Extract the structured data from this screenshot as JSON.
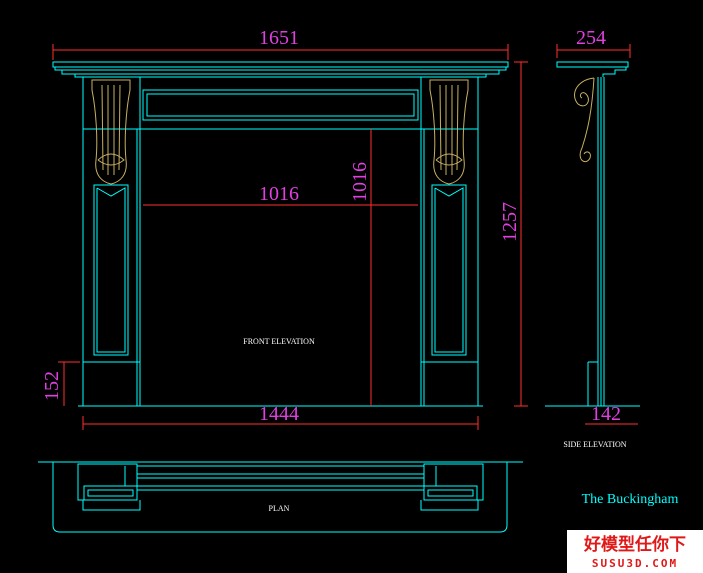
{
  "dimensions": {
    "overall_width": "1651",
    "side_depth": "254",
    "opening_width": "1016",
    "opening_height": "1016",
    "overall_height": "1257",
    "plinth_height": "152",
    "inner_width": "1444",
    "side_base": "142"
  },
  "labels": {
    "front": "FRONT ELEVATION",
    "side": "SIDE ELEVATION",
    "plan": "PLAN",
    "title": "The Buckingham"
  },
  "watermark": {
    "line1": "好模型任你下",
    "line2": "SUSU3D.COM"
  },
  "colors": {
    "background": "#000000",
    "lines": "#00ffff",
    "dimensions": "#e040e0",
    "dimension_lines": "#ff3030",
    "corbel": "#c8b060"
  }
}
